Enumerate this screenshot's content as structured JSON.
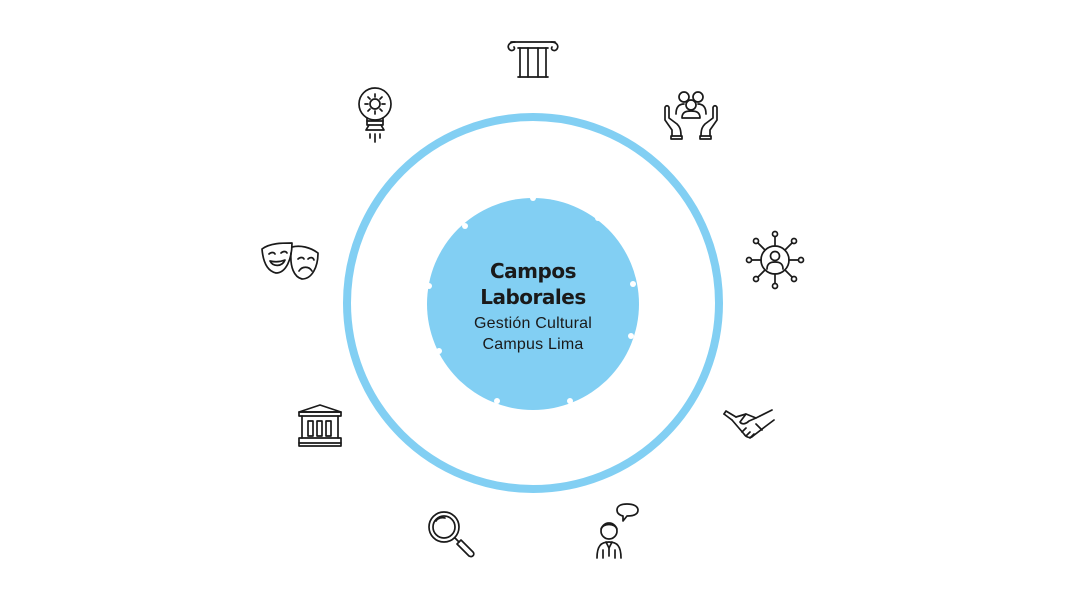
{
  "diagram": {
    "center": {
      "title": "Campos Laborales",
      "subtitle_line1": "Gestión Cultural",
      "subtitle_line2": "Campus Lima"
    },
    "colors": {
      "ring": "#82cff3",
      "center_fill": "#82cff3",
      "icon_stroke": "#1a1a1a"
    },
    "icons": [
      "column-icon",
      "community-hands-icon",
      "network-person-icon",
      "handshake-icon",
      "speaker-person-icon",
      "magnifier-icon",
      "museum-building-icon",
      "theater-masks-icon",
      "idea-lightbulb-gear-icon"
    ]
  }
}
